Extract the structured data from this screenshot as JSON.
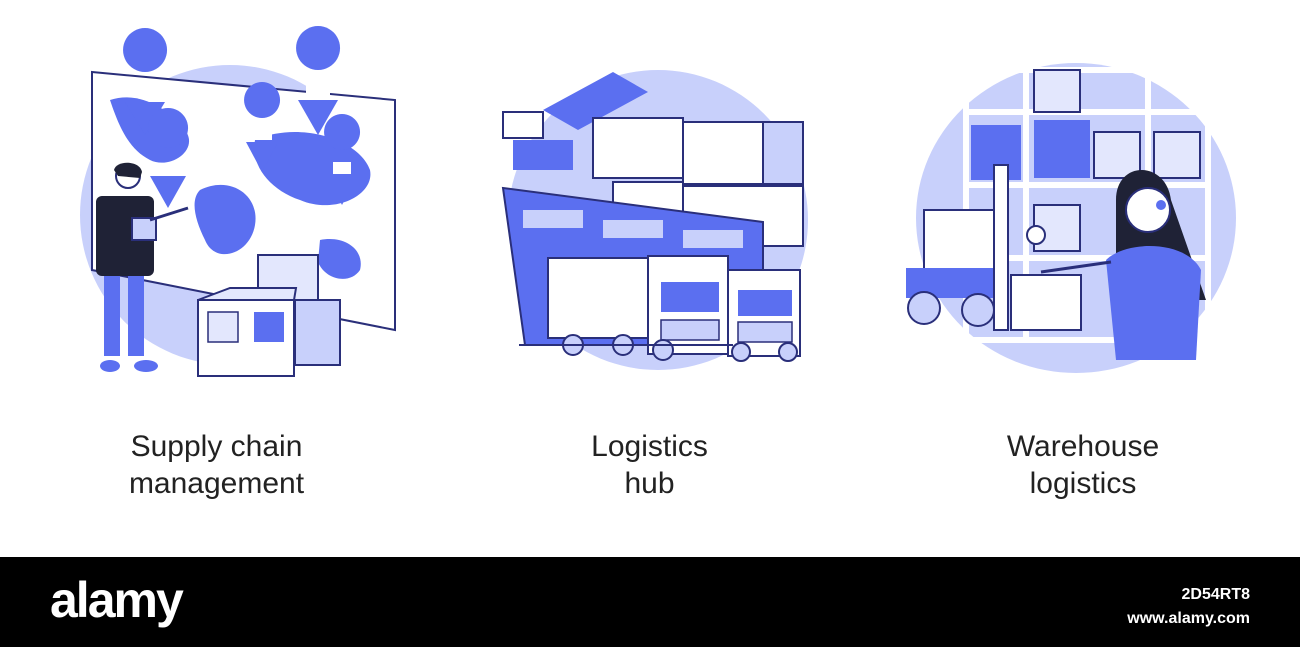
{
  "panels": [
    {
      "title_line1": "Supply chain",
      "title_line2": "management"
    },
    {
      "title_line1": "Logistics",
      "title_line2": "hub"
    },
    {
      "title_line1": "Warehouse",
      "title_line2": "logistics"
    }
  ],
  "footer": {
    "brand": "alamy",
    "image_id": "2D54RT8",
    "site": "www.alamy.com"
  },
  "colors": {
    "primary": "#5b6ff0",
    "light": "#c8d0fb",
    "pale": "#e3e7fd",
    "dark": "#2a2f7a"
  }
}
